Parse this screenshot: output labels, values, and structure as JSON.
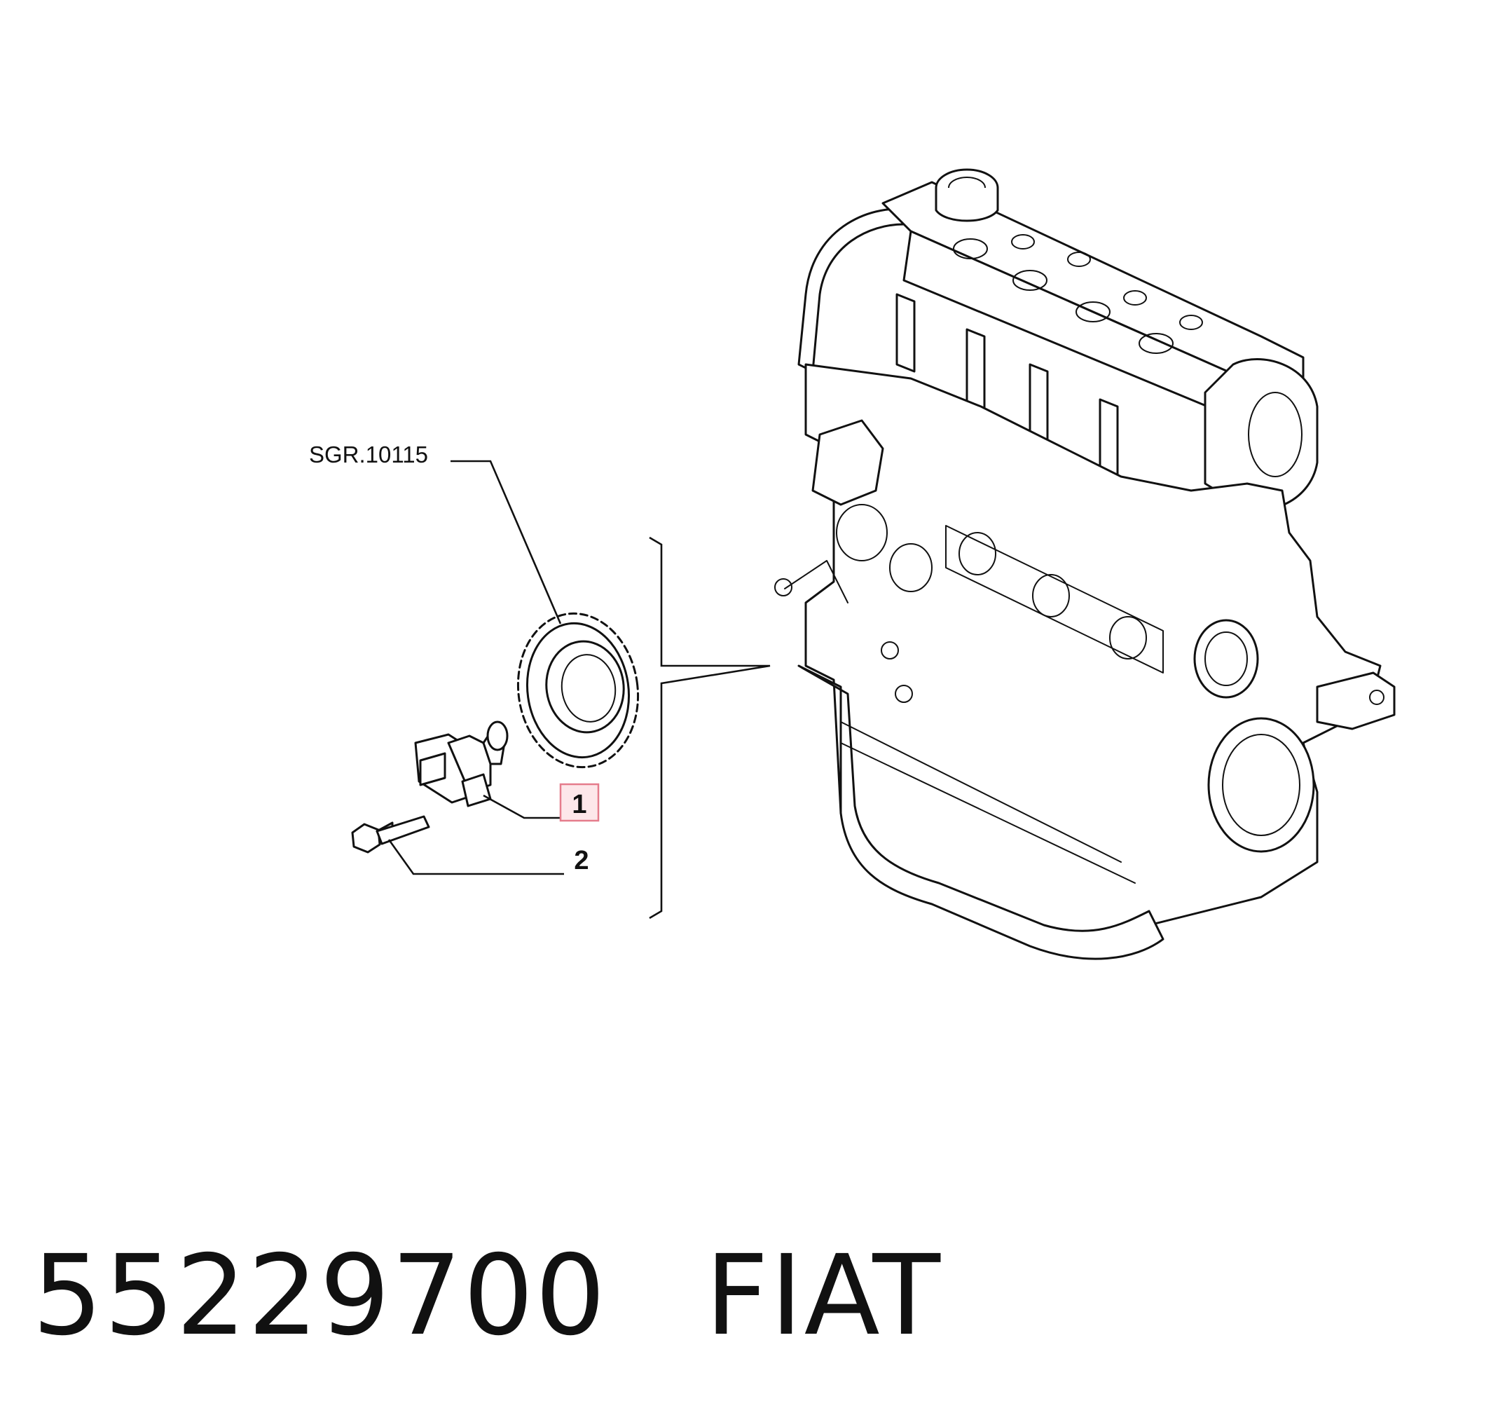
{
  "callouts": {
    "ref": "SGR.10115",
    "item1": "1",
    "item2": "2"
  },
  "footer": {
    "part_number": "55229700",
    "brand": "FIAT"
  },
  "colors": {
    "highlight_fill": "#fde7ea",
    "highlight_stroke": "#e57c8c",
    "line": "#111111"
  },
  "icons": [
    "engine-block-icon",
    "sprocket-icon",
    "sensor-icon",
    "bolt-icon"
  ]
}
